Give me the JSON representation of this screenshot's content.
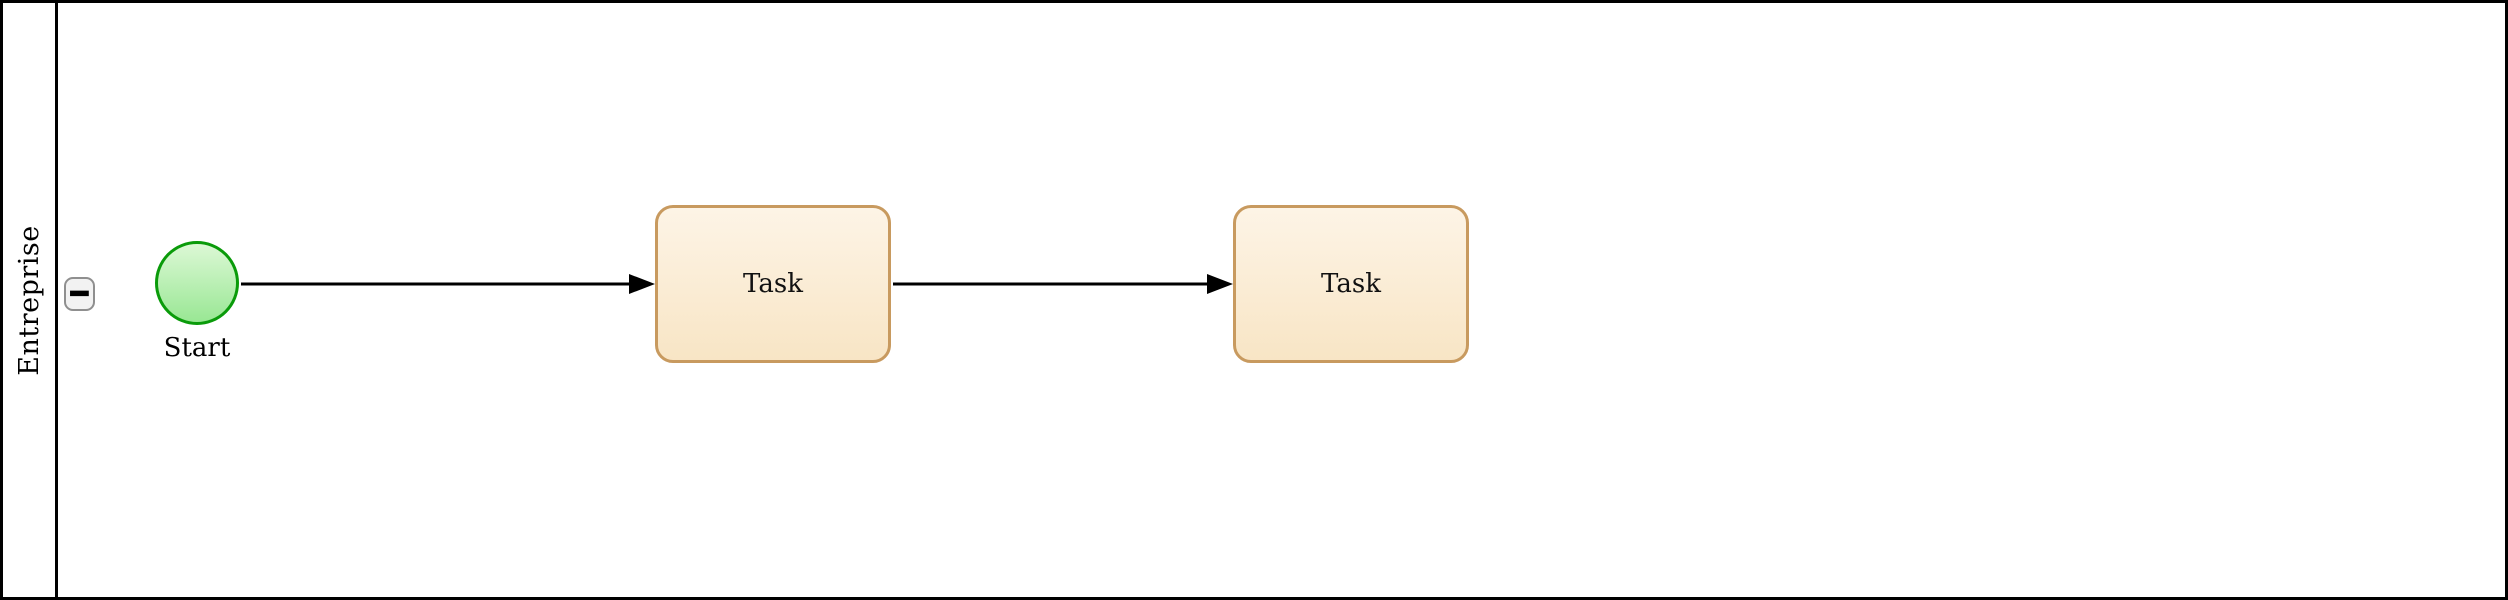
{
  "diagram": {
    "type": "bpmn-process",
    "pool": {
      "label": "Entreprise",
      "collapse_button": "−"
    },
    "nodes": [
      {
        "id": "start",
        "kind": "start-event",
        "label": "Start"
      },
      {
        "id": "task-1",
        "kind": "task",
        "label": "Task"
      },
      {
        "id": "task-2",
        "kind": "task",
        "label": "Task"
      }
    ],
    "connectors": [
      {
        "id": "flow-1",
        "from": "start",
        "to": "task-1"
      },
      {
        "id": "flow-2",
        "from": "task-1",
        "to": "task-2"
      }
    ],
    "colors": {
      "pool_stroke": "#000000",
      "start_event_stroke": "#0a9b0a",
      "start_event_fill_top": "#dcf8d5",
      "start_event_fill_bottom": "#99e794",
      "task_stroke": "#c89a5f",
      "task_fill_top": "#fdf4e6",
      "task_fill_bottom": "#f8e5c5",
      "connector": "#000000"
    }
  }
}
